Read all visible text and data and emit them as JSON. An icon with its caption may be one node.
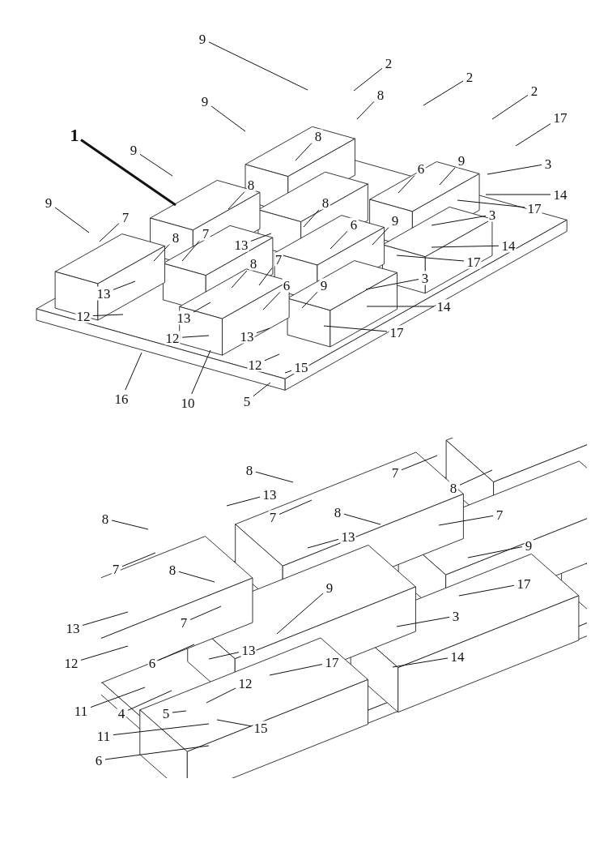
{
  "diagram": {
    "nodes": [
      {
        "text": [
          "9"
        ]
      },
      {
        "text": [
          "2"
        ]
      },
      {
        "text": [
          "2"
        ]
      },
      {
        "text": [
          "2"
        ]
      },
      {
        "text": [
          "9"
        ]
      },
      {
        "text": [
          "17"
        ]
      },
      {
        "text": [
          "1"
        ]
      },
      {
        "text": [
          "8"
        ]
      },
      {
        "text": [
          "8"
        ]
      },
      {
        "text": [
          "9"
        ]
      },
      {
        "text": [
          "9"
        ]
      },
      {
        "text": [
          "3"
        ]
      },
      {
        "text": [
          "6"
        ]
      },
      {
        "text": [
          "8"
        ]
      },
      {
        "text": [
          "14"
        ]
      },
      {
        "text": [
          "9"
        ]
      },
      {
        "text": [
          "8"
        ]
      },
      {
        "text": [
          "17"
        ]
      },
      {
        "text": [
          "3"
        ]
      },
      {
        "text": [
          "7"
        ]
      },
      {
        "text": [
          "9"
        ]
      },
      {
        "text": [
          "6"
        ]
      },
      {
        "text": [
          "7"
        ]
      },
      {
        "text": [
          "8"
        ]
      },
      {
        "text": [
          "13"
        ]
      },
      {
        "text": [
          "14"
        ]
      },
      {
        "text": [
          "17"
        ]
      },
      {
        "text": [
          "8"
        ]
      },
      {
        "text": [
          "7"
        ]
      },
      {
        "text": [
          "3"
        ]
      },
      {
        "text": [
          "6"
        ]
      },
      {
        "text": [
          "9"
        ]
      },
      {
        "text": [
          "13"
        ]
      },
      {
        "text": [
          "14"
        ]
      },
      {
        "text": [
          "12"
        ]
      },
      {
        "text": [
          "13"
        ]
      },
      {
        "text": [
          "17"
        ]
      },
      {
        "text": [
          "13"
        ]
      },
      {
        "text": [
          "12"
        ]
      },
      {
        "text": [
          "12"
        ]
      },
      {
        "text": [
          "15"
        ]
      },
      {
        "text": [
          "16"
        ]
      },
      {
        "text": [
          "10"
        ]
      },
      {
        "text": [
          "5"
        ]
      },
      {
        "text": [
          "8"
        ]
      },
      {
        "text": [
          "7"
        ]
      },
      {
        "text": [
          "8"
        ]
      },
      {
        "text": [
          "13"
        ]
      },
      {
        "text": [
          "7"
        ]
      },
      {
        "text": [
          "8"
        ]
      },
      {
        "text": [
          "8"
        ]
      },
      {
        "text": [
          "7"
        ]
      },
      {
        "text": [
          "13"
        ]
      },
      {
        "text": [
          "9"
        ]
      },
      {
        "text": [
          "7"
        ]
      },
      {
        "text": [
          "8"
        ]
      },
      {
        "text": [
          "9"
        ]
      },
      {
        "text": [
          "17"
        ]
      },
      {
        "text": [
          "13"
        ]
      },
      {
        "text": [
          "7"
        ]
      },
      {
        "text": [
          "3"
        ]
      },
      {
        "text": [
          "13"
        ]
      },
      {
        "text": [
          "12"
        ]
      },
      {
        "text": [
          "6"
        ]
      },
      {
        "text": [
          "17"
        ]
      },
      {
        "text": [
          "14"
        ]
      },
      {
        "text": [
          "12"
        ]
      },
      {
        "text": [
          "11"
        ]
      },
      {
        "text": [
          "4"
        ]
      },
      {
        "text": [
          "5"
        ]
      },
      {
        "text": [
          "15"
        ]
      },
      {
        "text": [
          "11"
        ]
      },
      {
        "text": [
          "6"
        ]
      }
    ],
    "edges": [
      {
        "from": 0,
        "to": null,
        "arrow": "none"
      },
      {
        "from": 1,
        "to": null,
        "arrow": "none"
      },
      {
        "from": 2,
        "to": null,
        "arrow": "none"
      },
      {
        "from": 3,
        "to": null,
        "arrow": "none"
      },
      {
        "from": 4,
        "to": null,
        "arrow": "none"
      },
      {
        "from": 5,
        "to": null,
        "arrow": "none"
      },
      {
        "from": 6,
        "to": null,
        "arrow": "none",
        "style": "thick"
      },
      {
        "from": 7,
        "to": null,
        "arrow": "none"
      },
      {
        "from": 8,
        "to": null,
        "arrow": "none"
      },
      {
        "from": 9,
        "to": null,
        "arrow": "none"
      },
      {
        "from": 10,
        "to": null,
        "arrow": "none"
      },
      {
        "from": 11,
        "to": null,
        "arrow": "none"
      },
      {
        "from": 12,
        "to": null,
        "arrow": "none"
      },
      {
        "from": 13,
        "to": null,
        "arrow": "none"
      },
      {
        "from": 14,
        "to": null,
        "arrow": "none"
      },
      {
        "from": 15,
        "to": null,
        "arrow": "none"
      },
      {
        "from": 16,
        "to": null,
        "arrow": "none"
      },
      {
        "from": 17,
        "to": null,
        "arrow": "none"
      },
      {
        "from": 18,
        "to": null,
        "arrow": "none"
      },
      {
        "from": 19,
        "to": null,
        "arrow": "none"
      },
      {
        "from": 20,
        "to": null,
        "arrow": "none"
      },
      {
        "from": 21,
        "to": null,
        "arrow": "none"
      },
      {
        "from": 22,
        "to": null,
        "arrow": "none"
      },
      {
        "from": 23,
        "to": null,
        "arrow": "none"
      },
      {
        "from": 24,
        "to": null,
        "arrow": "none"
      },
      {
        "from": 25,
        "to": null,
        "arrow": "none"
      },
      {
        "from": 26,
        "to": null,
        "arrow": "none"
      },
      {
        "from": 27,
        "to": null,
        "arrow": "none"
      },
      {
        "from": 28,
        "to": null,
        "arrow": "none"
      },
      {
        "from": 29,
        "to": null,
        "arrow": "none"
      },
      {
        "from": 30,
        "to": null,
        "arrow": "none"
      },
      {
        "from": 31,
        "to": null,
        "arrow": "none"
      },
      {
        "from": 32,
        "to": null,
        "arrow": "none"
      },
      {
        "from": 33,
        "to": null,
        "arrow": "none"
      },
      {
        "from": 34,
        "to": null,
        "arrow": "none"
      },
      {
        "from": 35,
        "to": null,
        "arrow": "none"
      },
      {
        "from": 36,
        "to": null,
        "arrow": "none"
      },
      {
        "from": 37,
        "to": null,
        "arrow": "none"
      },
      {
        "from": 38,
        "to": null,
        "arrow": "none"
      },
      {
        "from": 39,
        "to": null,
        "arrow": "none"
      },
      {
        "from": 40,
        "to": null,
        "arrow": "none"
      },
      {
        "from": 41,
        "to": null,
        "arrow": "none"
      },
      {
        "from": 42,
        "to": null,
        "arrow": "none"
      },
      {
        "from": 43,
        "to": null,
        "arrow": "none"
      },
      {
        "from": 44,
        "to": null,
        "arrow": "none"
      },
      {
        "from": 45,
        "to": null,
        "arrow": "none"
      },
      {
        "from": 46,
        "to": null,
        "arrow": "none"
      },
      {
        "from": 47,
        "to": null,
        "arrow": "none"
      },
      {
        "from": 48,
        "to": null,
        "arrow": "none"
      },
      {
        "from": 49,
        "to": null,
        "arrow": "none"
      },
      {
        "from": 50,
        "to": null,
        "arrow": "none"
      },
      {
        "from": 51,
        "to": null,
        "arrow": "none"
      },
      {
        "from": 52,
        "to": null,
        "arrow": "none"
      },
      {
        "from": 53,
        "to": null,
        "arrow": "none"
      },
      {
        "from": 54,
        "to": null,
        "arrow": "none"
      },
      {
        "from": 55,
        "to": null,
        "arrow": "none"
      },
      {
        "from": 56,
        "to": null,
        "arrow": "none"
      },
      {
        "from": 57,
        "to": null,
        "arrow": "none"
      },
      {
        "from": 58,
        "to": null,
        "arrow": "none"
      },
      {
        "from": 59,
        "to": null,
        "arrow": "none"
      },
      {
        "from": 60,
        "to": null,
        "arrow": "none"
      },
      {
        "from": 61,
        "to": null,
        "arrow": "none"
      },
      {
        "from": 62,
        "to": null,
        "arrow": "none"
      },
      {
        "from": 63,
        "to": null,
        "arrow": "none"
      },
      {
        "from": 64,
        "to": null,
        "arrow": "none"
      },
      {
        "from": 65,
        "to": null,
        "arrow": "none"
      },
      {
        "from": 66,
        "to": null,
        "arrow": "none"
      },
      {
        "from": 67,
        "to": null,
        "arrow": "none"
      },
      {
        "from": 68,
        "to": null,
        "arrow": "none"
      },
      {
        "from": 69,
        "to": null,
        "arrow": "none"
      },
      {
        "from": 70,
        "to": null,
        "arrow": "none"
      },
      {
        "from": 71,
        "to": null,
        "arrow": "none"
      },
      {
        "from": 72,
        "to": null,
        "arrow": "none"
      }
    ]
  }
}
